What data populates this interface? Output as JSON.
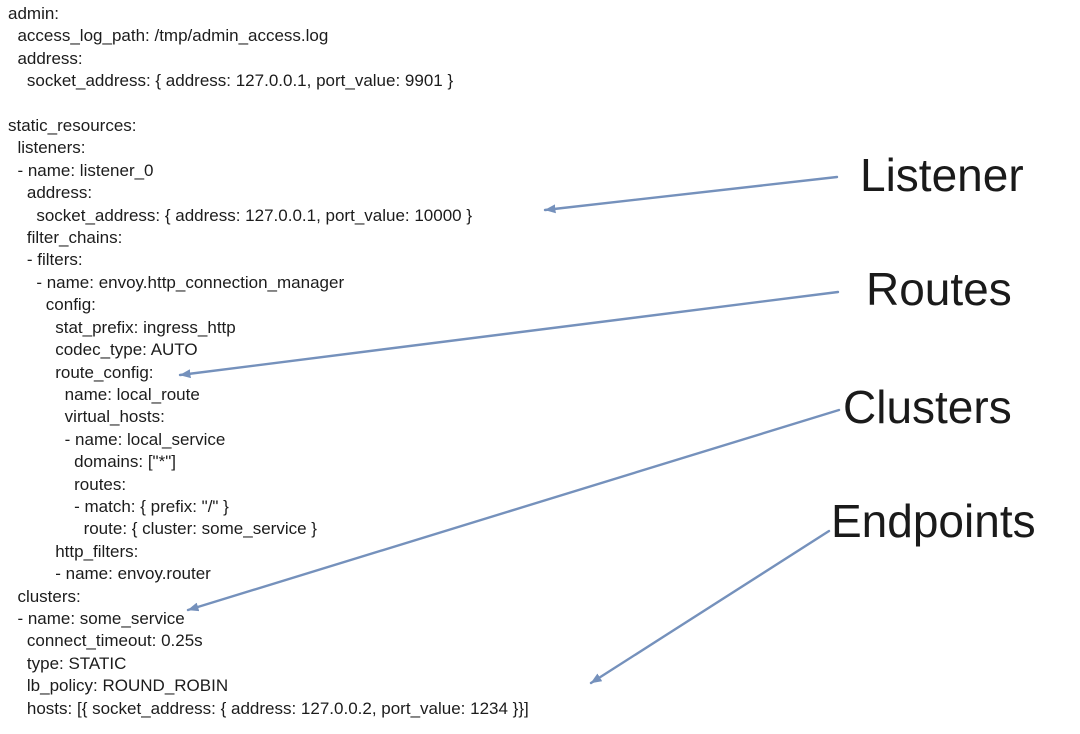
{
  "page": {
    "background_color": "#ffffff",
    "text_color": "#1c1c1c"
  },
  "config_code": {
    "language": "yaml",
    "lines": [
      "admin:",
      "  access_log_path: /tmp/admin_access.log",
      "  address:",
      "    socket_address: { address: 127.0.0.1, port_value: 9901 }",
      "",
      "static_resources:",
      "  listeners:",
      "  - name: listener_0",
      "    address:",
      "      socket_address: { address: 127.0.0.1, port_value: 10000 }",
      "    filter_chains:",
      "    - filters:",
      "      - name: envoy.http_connection_manager",
      "        config:",
      "          stat_prefix: ingress_http",
      "          codec_type: AUTO",
      "          route_config:",
      "            name: local_route",
      "            virtual_hosts:",
      "            - name: local_service",
      "              domains: [\"*\"]",
      "              routes:",
      "              - match: { prefix: \"/\" }",
      "                route: { cluster: some_service }",
      "          http_filters:",
      "          - name: envoy.router",
      "  clusters:",
      "  - name: some_service",
      "    connect_timeout: 0.25s",
      "    type: STATIC",
      "    lb_policy: ROUND_ROBIN",
      "    hosts: [{ socket_address: { address: 127.0.0.2, port_value: 1234 }}]"
    ]
  },
  "annotations": {
    "arrow_color": "#7591bc",
    "labels": [
      {
        "text": "Listener"
      },
      {
        "text": "Routes"
      },
      {
        "text": "Clusters"
      },
      {
        "text": "Endpoints"
      }
    ]
  }
}
